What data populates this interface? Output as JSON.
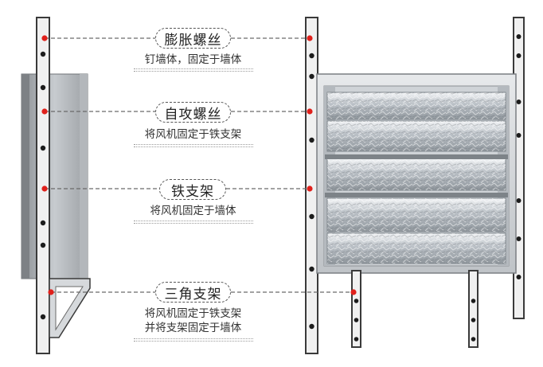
{
  "colors": {
    "marker": "#e0201b",
    "leader": "#6a6a6a",
    "bar": "#3c3c3c",
    "steel": "#a9adb2"
  },
  "icons": [
    "expansion-screw-icon",
    "self-tapping-screw-icon",
    "iron-bracket-icon",
    "triangle-bracket-icon"
  ],
  "labels": [
    {
      "title": "膨胀螺丝",
      "desc": [
        "钉墙体，固定于墙体"
      ]
    },
    {
      "title": "自攻螺丝",
      "desc": [
        "将风机固定于铁支架"
      ]
    },
    {
      "title": "铁支架",
      "desc": [
        "将风机固定于墙体"
      ]
    },
    {
      "title": "三角支架",
      "desc": [
        "将风机固定于铁支架",
        "并将支架固定于墙体"
      ]
    }
  ]
}
